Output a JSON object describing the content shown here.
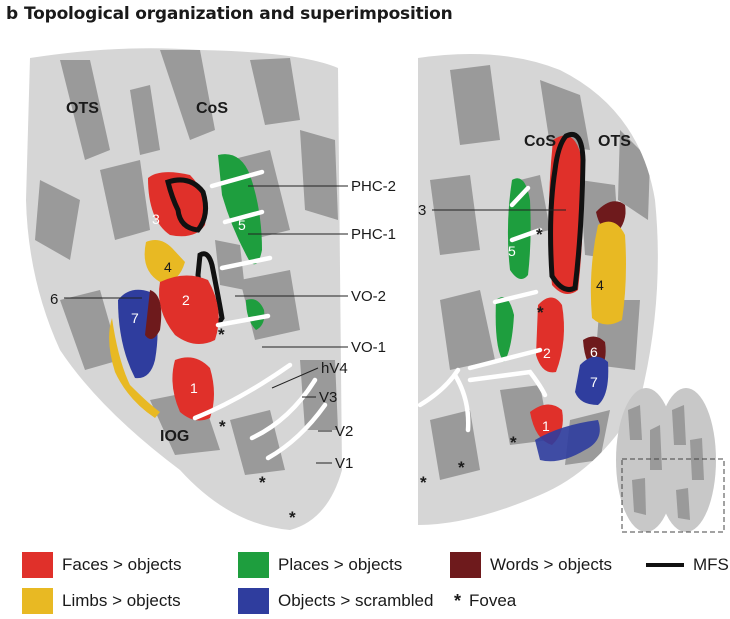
{
  "header": {
    "panel_letter": "b",
    "title": "Topological organization and superimposition"
  },
  "colors": {
    "faces": "#e0302a",
    "places": "#1e9e3e",
    "words": "#6e1a1c",
    "limbs": "#e8b923",
    "objects": "#2f3d9e",
    "mfs": "#111111",
    "gyrus": "#d6d6d6",
    "sulcus": "#9a9a9a"
  },
  "left": {
    "labels": {
      "ots": "OTS",
      "cos": "CoS",
      "iog": "IOG"
    },
    "region_numbers": {
      "faces_1": "1",
      "faces_2": "2",
      "faces_3": "3",
      "limbs_4": "4",
      "places_5": "5",
      "words_6": "6",
      "objects_7": "7"
    },
    "areas": {
      "phc2": "PHC-2",
      "phc1": "PHC-1",
      "vo2": "VO-2",
      "vo1": "VO-1",
      "hv4": "hV4",
      "v3": "V3",
      "v2": "V2",
      "v1": "V1"
    }
  },
  "right": {
    "labels": {
      "cos": "CoS",
      "ots": "OTS"
    },
    "region_numbers": {
      "faces_1": "1",
      "faces_2": "2",
      "faces_3": "3",
      "limbs_4": "4",
      "places_5": "5",
      "words_6": "6",
      "objects_7": "7"
    }
  },
  "fovea_symbol": "*",
  "legend": {
    "faces": "Faces > objects",
    "places": "Places > objects",
    "words": "Words > objects",
    "mfs": "MFS",
    "limbs": "Limbs > objects",
    "objects": "Objects > scrambled",
    "fovea": "Fovea"
  }
}
